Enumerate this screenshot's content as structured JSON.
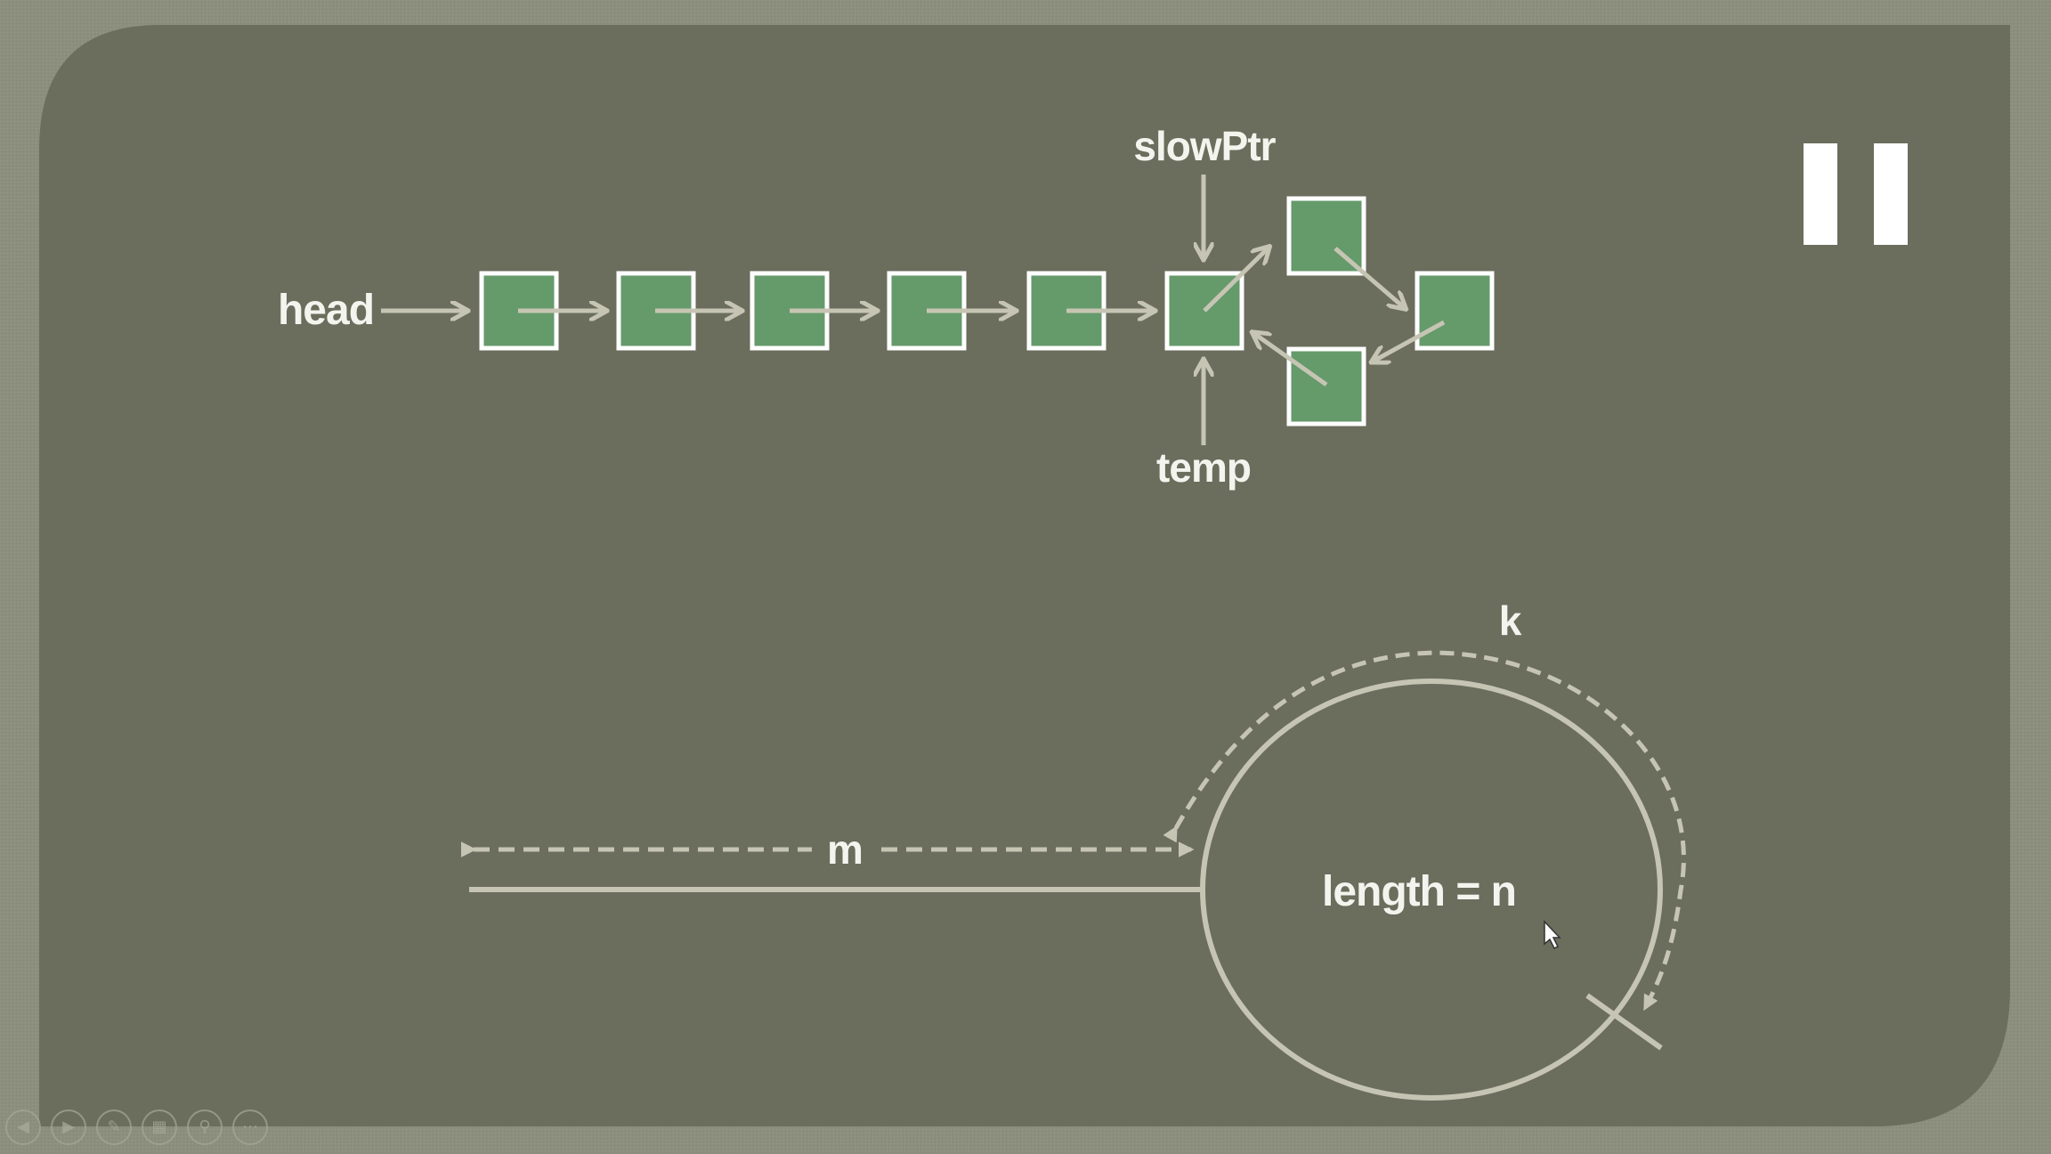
{
  "diagram": {
    "labels": {
      "head": "head",
      "slowPtr": "slowPtr",
      "temp": "temp",
      "k": "k",
      "m": "m",
      "length": "length = n"
    },
    "colors": {
      "slide_background": "#6b6d5d",
      "frame": "#8c8f7d",
      "node_fill": "#659a6b",
      "node_border": "#ffffff",
      "arrow": "#c6c5b4",
      "label": "#f4f4ee"
    }
  },
  "overlay": {
    "pause_icon": "pause-icon"
  },
  "toolbar": {
    "buttons": [
      {
        "name": "previous-slide-button",
        "icon": "◀"
      },
      {
        "name": "next-slide-button",
        "icon": "▶"
      },
      {
        "name": "pen-tool-button",
        "icon": "✎"
      },
      {
        "name": "slide-sorter-button",
        "icon": "▦"
      },
      {
        "name": "zoom-button",
        "icon": "⚲"
      },
      {
        "name": "more-options-button",
        "icon": "⋯"
      }
    ]
  }
}
